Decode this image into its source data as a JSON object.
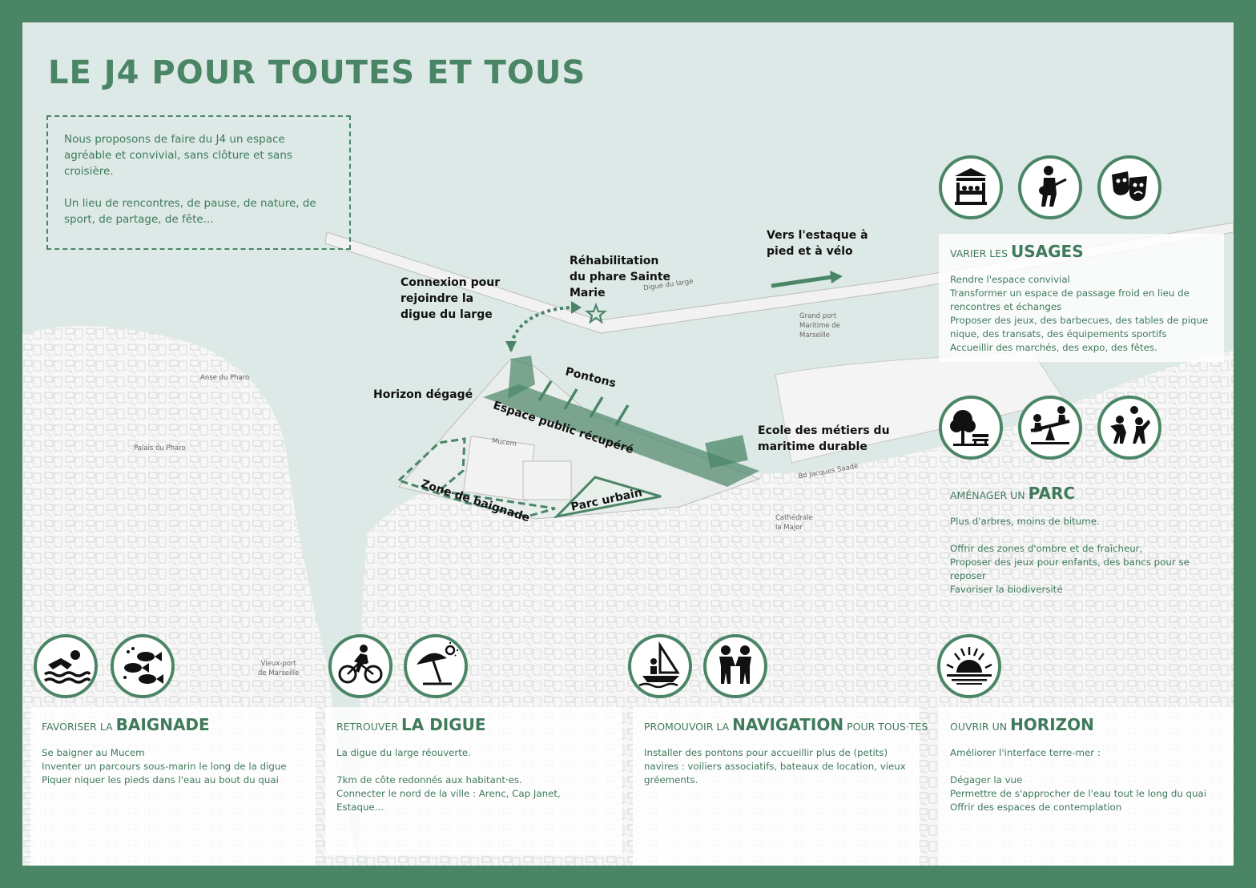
{
  "title": "LE J4 POUR TOUTES ET TOUS",
  "intro": [
    "Nous proposons de faire du J4 un espace agréable et convivial, sans clôture et sans croisière.",
    "Un lieu de rencontres, de pause, de nature, de sport, de partage, de fête..."
  ],
  "colors": {
    "frame": "#4a8566",
    "accent": "#3f7a5b",
    "water": "#dde9e6",
    "zone": "#4a8566"
  },
  "map_labels": {
    "connexion": [
      "Connexion pour",
      "rejoindre la",
      "digue du large"
    ],
    "phare": [
      "Réhabilitation",
      "du phare Sainte",
      "Marie"
    ],
    "estaque": [
      "Vers l'estaque à",
      "pied et à vélo"
    ],
    "horizon": "Horizon dégagé",
    "pontons": "Pontons",
    "espace_public": "Espace public récupéré",
    "zone_baignade": "Zone de baignade",
    "parc_urbain": "Parc urbain",
    "ecole": [
      "Ecole des métiers du",
      "maritime durable"
    ]
  },
  "small_labels": {
    "digue": "Digue du large",
    "grand_port": [
      "Grand port",
      "Maritime de",
      "Marseille"
    ],
    "anse": "Anse du Pharo",
    "palais": "Palais du Pharo",
    "mucem": "Mucem",
    "bd": "Bd Jacques Saadé",
    "cathedrale": [
      "Cathédrale",
      "la Major"
    ],
    "vieux_port": [
      "Vieux-port",
      "de Marseille"
    ]
  },
  "sections": {
    "usages": {
      "prefix": "VARIER LES",
      "highlight": "USAGES",
      "suffix": "",
      "icons": [
        "market-stall-icon",
        "guitar-player-icon",
        "theater-masks-icon"
      ],
      "lines": [
        "Rendre l'espace convivial",
        "Transformer un espace de passage froid en lieu de rencontres et échanges",
        "Proposer des jeux, des barbecues, des tables de pique nique, des transats, des équipements sportifs",
        "Accueillir des marchés, des expo, des fêtes."
      ]
    },
    "parc": {
      "prefix": "AMÉNAGER UN",
      "highlight": "PARC",
      "suffix": "",
      "icons": [
        "tree-bench-icon",
        "seesaw-icon",
        "children-playing-icon"
      ],
      "lines": [
        "Plus d'arbres, moins de bitume.",
        "",
        "Offrir des zones d'ombre et de fraîcheur,",
        "Proposer des jeux pour enfants, des bancs pour se reposer",
        "Favoriser la biodiversité"
      ]
    },
    "baignade": {
      "prefix": "FAVORISER LA",
      "highlight": "BAIGNADE",
      "suffix": "",
      "icons": [
        "swimmer-icon",
        "fish-icon"
      ],
      "lines": [
        "Se baigner au Mucem",
        "Inventer un parcours sous-marin le long de la digue",
        "Piquer niquer les pieds dans l'eau au bout du quai"
      ]
    },
    "digue": {
      "prefix": "RETROUVER",
      "highlight": "LA DIGUE",
      "suffix": "",
      "icons": [
        "cyclist-icon",
        "beach-umbrella-icon"
      ],
      "lines": [
        "La digue du large réouverte.",
        "",
        "7km de côte redonnés aux habitant·es.",
        "Connecter le nord de la ville : Arenc, Cap Janet, Estaque..."
      ]
    },
    "navigation": {
      "prefix": "PROMOUVOIR LA",
      "highlight": "NAVIGATION",
      "suffix": "POUR TOUS·TES",
      "icons": [
        "sailboat-icon",
        "people-handshake-icon"
      ],
      "lines": [
        "Installer des pontons pour accueillir plus de (petits) navires : voiliers associatifs, bateaux de location, vieux gréements."
      ]
    },
    "horizon": {
      "prefix": "OUVRIR UN",
      "highlight": "HORIZON",
      "suffix": "",
      "icons": [
        "sunset-icon"
      ],
      "lines": [
        "Améliorer l'interface terre-mer :",
        "",
        "Dégager la vue",
        "Permettre de s'approcher de l'eau tout le long du quai",
        "Offrir des espaces de contemplation"
      ]
    }
  }
}
